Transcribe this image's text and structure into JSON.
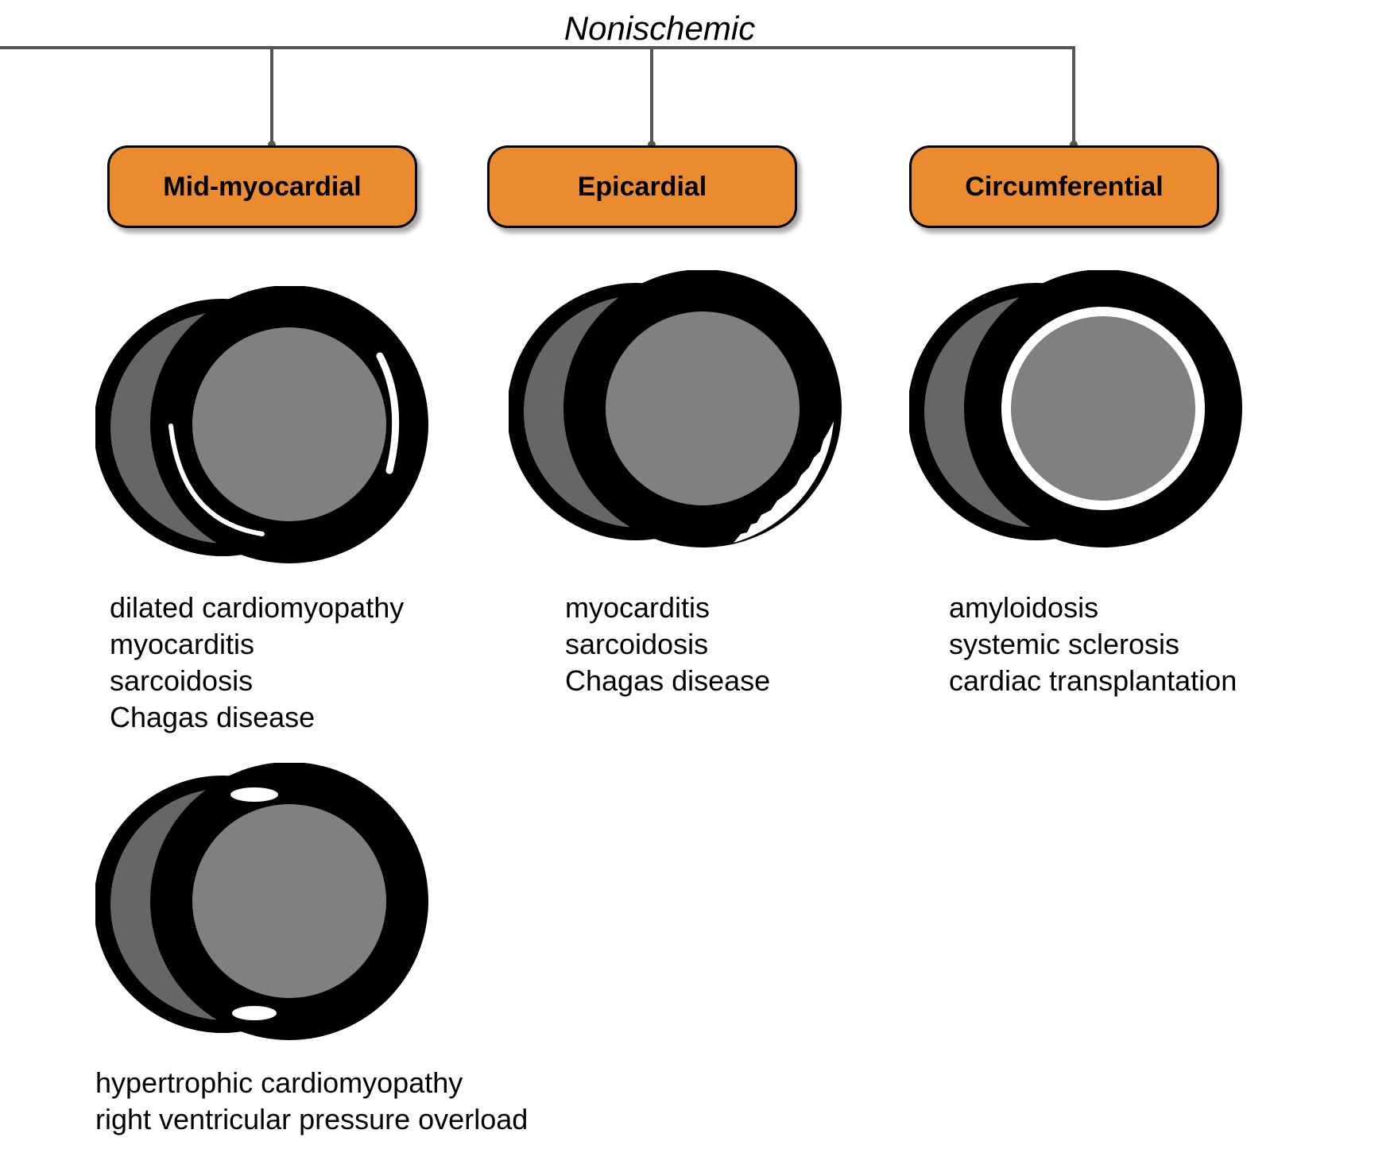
{
  "title": "Nonischemic",
  "categories": [
    {
      "label": "Mid-myocardial",
      "patterns": [
        {
          "conditions": [
            "dilated cardiomyopathy",
            "myocarditis",
            "sarcoidosis",
            "Chagas disease"
          ]
        },
        {
          "conditions": [
            "hypertrophic cardiomyopathy",
            "right ventricular pressure overload"
          ]
        }
      ]
    },
    {
      "label": "Epicardial",
      "patterns": [
        {
          "conditions": [
            "myocarditis",
            "sarcoidosis",
            "Chagas disease"
          ]
        }
      ]
    },
    {
      "label": "Circumferential",
      "patterns": [
        {
          "conditions": [
            "amyloidosis",
            "systemic sclerosis",
            "cardiac transplantation"
          ]
        }
      ]
    }
  ],
  "colors": {
    "box_fill": "#ea8b2f",
    "lv_wall": "#000000",
    "rv_cavity": "#666666",
    "lv_cavity": "#808080",
    "enhancement": "#ffffff",
    "connector": "#555555"
  }
}
